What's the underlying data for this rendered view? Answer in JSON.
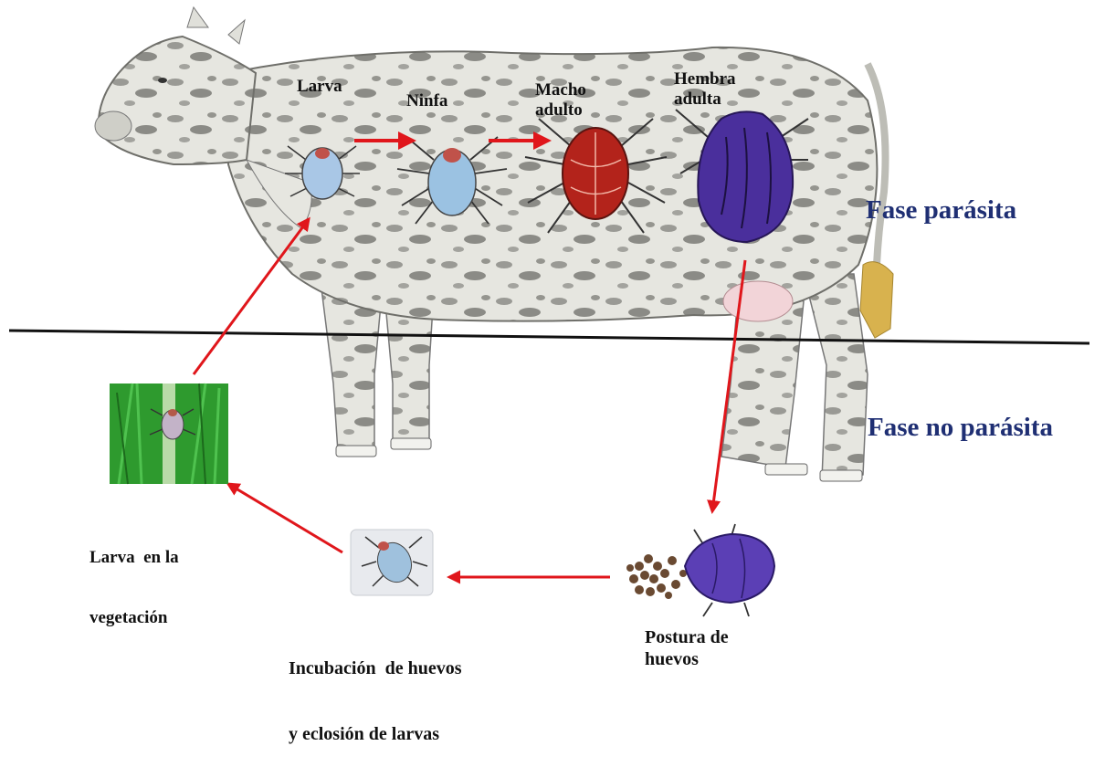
{
  "labels": {
    "larva": "Larva",
    "ninfa": "Ninfa",
    "macho_1": "Macho",
    "macho_2": "adulto",
    "hembra_1": "Hembra",
    "hembra_2": "adulta",
    "larva_veg_1": "Larva  en la",
    "larva_veg_2": "vegetación",
    "incubacion_1": "Incubación  de huevos",
    "incubacion_2": "y eclosión de larvas",
    "postura_1": "Postura de",
    "postura_2": "huevos"
  },
  "phases": {
    "parasita": "Fase parásita",
    "no_parasita": "Fase no parásita"
  },
  "colors": {
    "arrow": "#e0161b",
    "phase_text": "#1f2f73",
    "divider": "#111111",
    "cow_body": "#e6e6e0",
    "cow_spots": "#8b8b86",
    "larva_tick": "#a9c7e6",
    "nymph_tick": "#9bc2e2",
    "male_tick": "#b3231b",
    "female_tick": "#4a2f9c",
    "eggs": "#6a4a32",
    "grass": "#2e9a2e"
  },
  "icons": [
    "cow-illustration",
    "larva-tick-icon",
    "nymph-tick-icon",
    "male-tick-icon",
    "female-tick-icon",
    "female-laying-eggs-icon",
    "hatching-larva-icon",
    "larva-on-grass-icon"
  ]
}
